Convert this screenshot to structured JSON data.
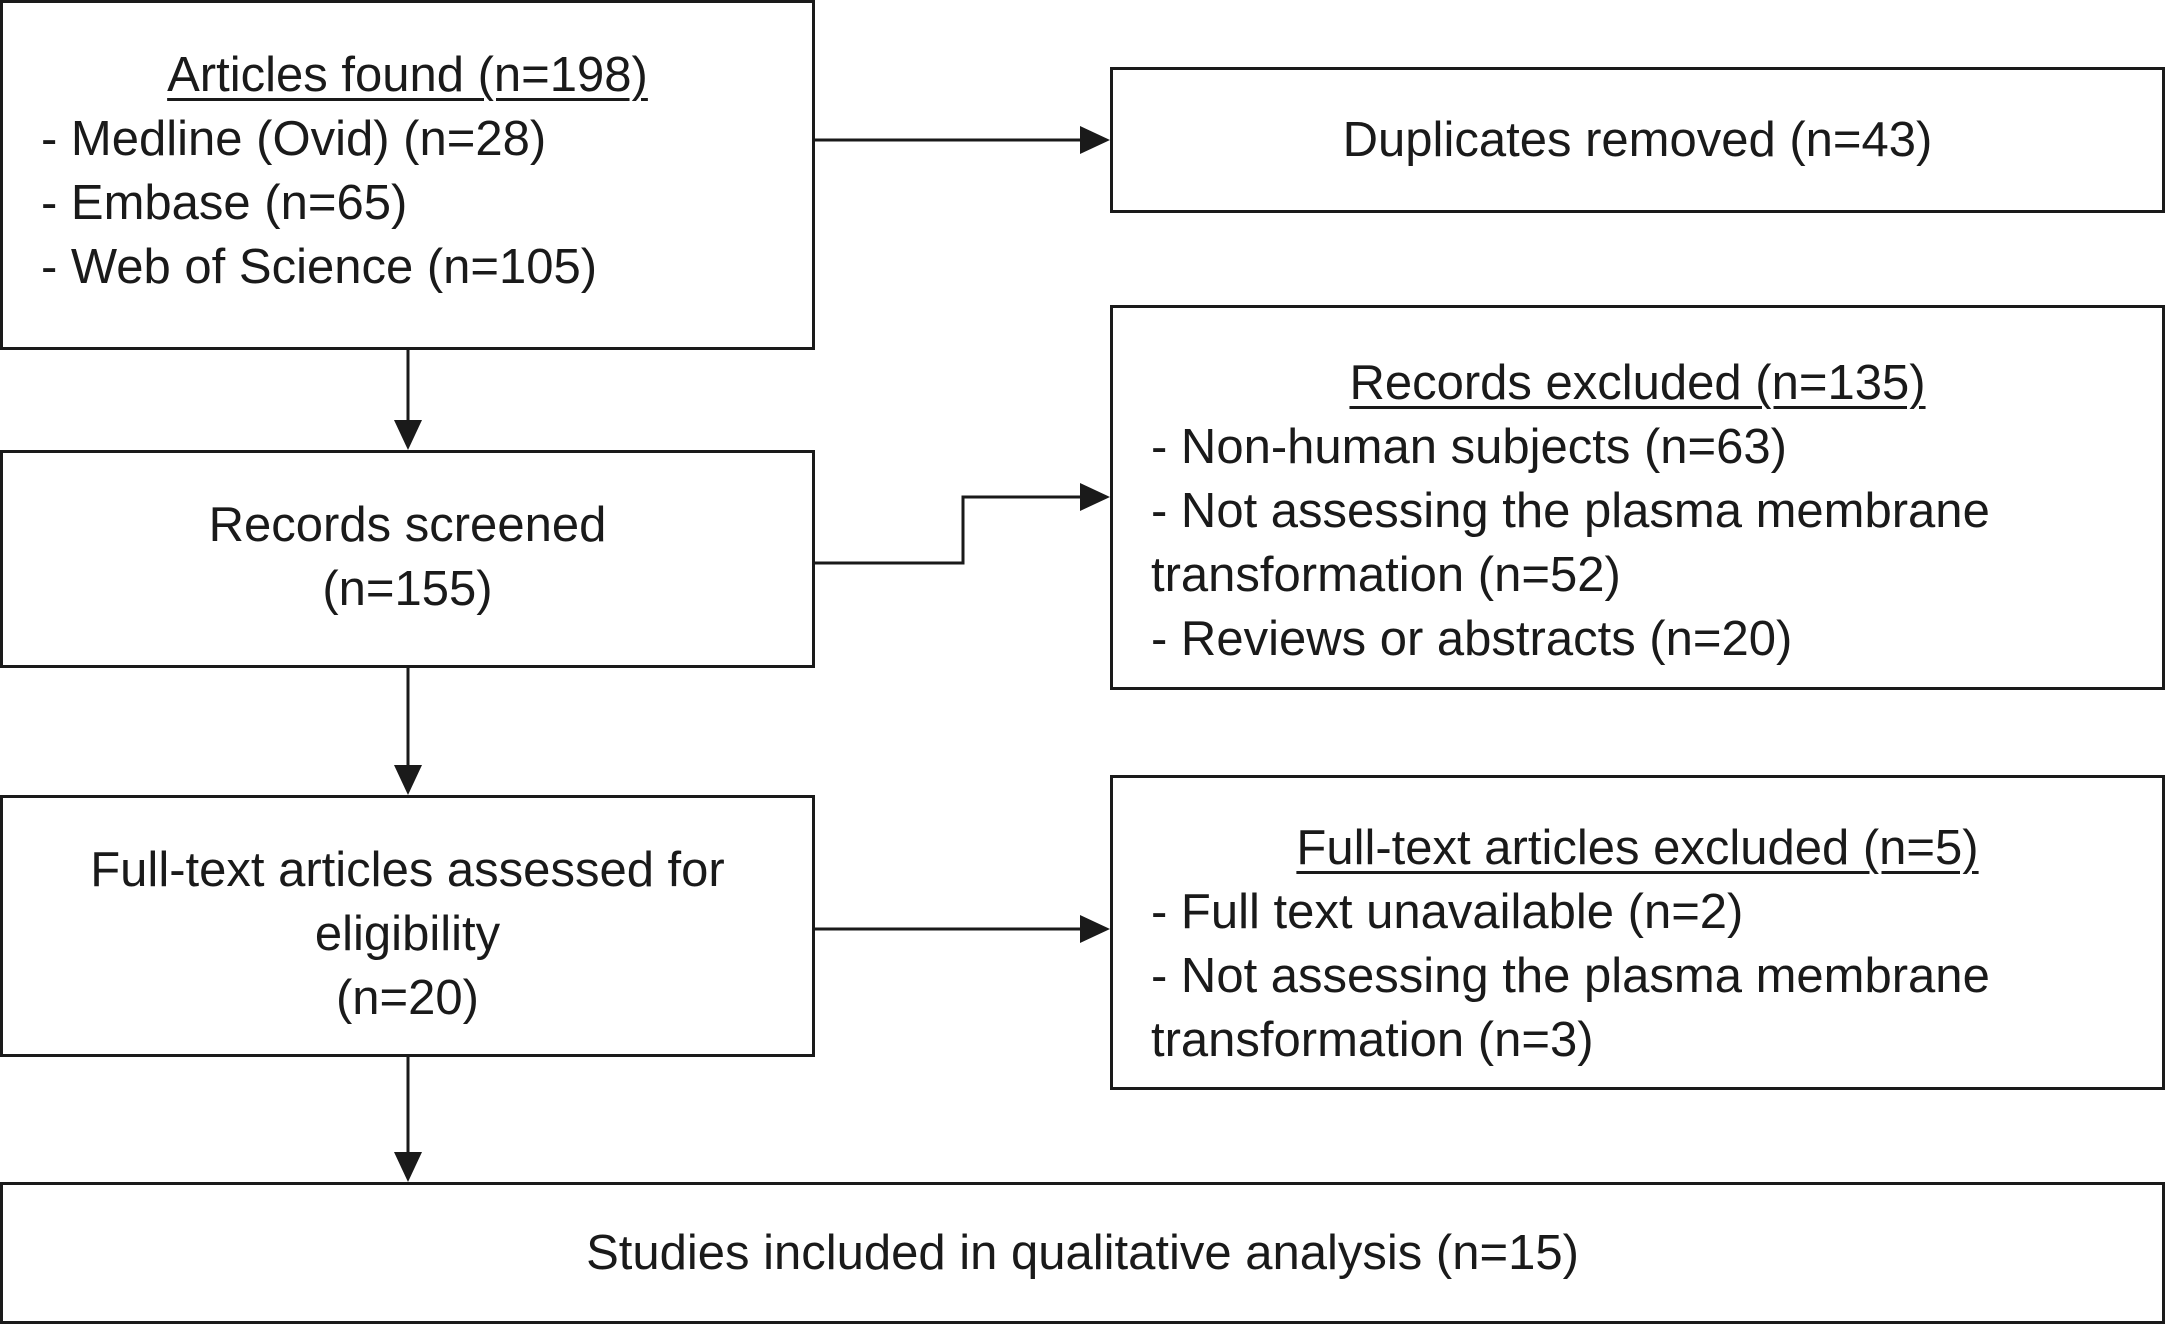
{
  "diagram": {
    "found": {
      "title": "Articles found (n=198)",
      "lines": [
        "- Medline (Ovid) (n=28)",
        "- Embase (n=65)",
        "- Web of Science (n=105)"
      ]
    },
    "duplicates": {
      "text": "Duplicates removed (n=43)"
    },
    "screened": {
      "lines": [
        "Records screened",
        "(n=155)"
      ]
    },
    "records_excluded": {
      "title": "Records excluded (n=135)",
      "lines": [
        "- Non-human subjects (n=63)",
        "- Not assessing the plasma membrane",
        "transformation (n=52)",
        "- Reviews or abstracts (n=20)"
      ]
    },
    "fulltext": {
      "lines": [
        "Full-text articles assessed for",
        "eligibility",
        "(n=20)"
      ]
    },
    "fulltext_excluded": {
      "title": "Full-text articles excluded (n=5)",
      "lines": [
        "- Full text unavailable (n=2)",
        "- Not assessing the plasma membrane",
        "transformation (n=3)"
      ]
    },
    "included": {
      "text": "Studies included in qualitative analysis (n=15)"
    }
  }
}
